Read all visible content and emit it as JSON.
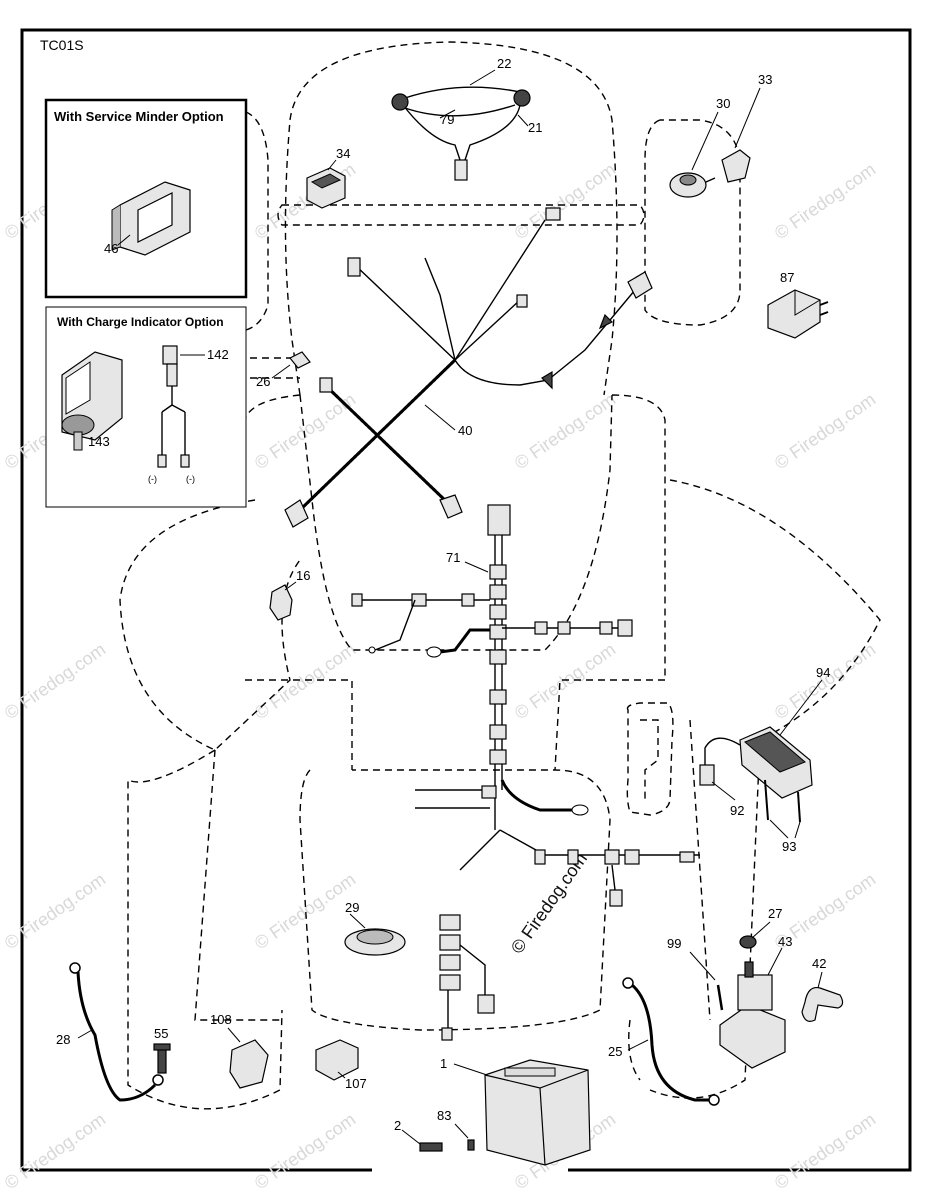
{
  "diagram_code": "TC01S",
  "watermark": "© Firedog.com",
  "option_boxes": {
    "service_minder": {
      "title": "With Service Minder Option"
    },
    "charge_indicator": {
      "title": "With Charge Indicator Option",
      "minus_left": "(-)",
      "minus_right": "(-)"
    }
  },
  "part_labels": {
    "p1": "1",
    "p2": "2",
    "p16": "16",
    "p21": "21",
    "p22": "22",
    "p25": "25",
    "p26": "26",
    "p27": "27",
    "p28": "28",
    "p29": "29",
    "p30": "30",
    "p33": "33",
    "p34": "34",
    "p40": "40",
    "p42": "42",
    "p43": "43",
    "p46": "46",
    "p55": "55",
    "p71": "71",
    "p79": "79",
    "p83": "83",
    "p87": "87",
    "p92": "92",
    "p93": "93",
    "p94": "94",
    "p99": "99",
    "p107": "107",
    "p108": "108",
    "p142": "142",
    "p143": "143"
  }
}
